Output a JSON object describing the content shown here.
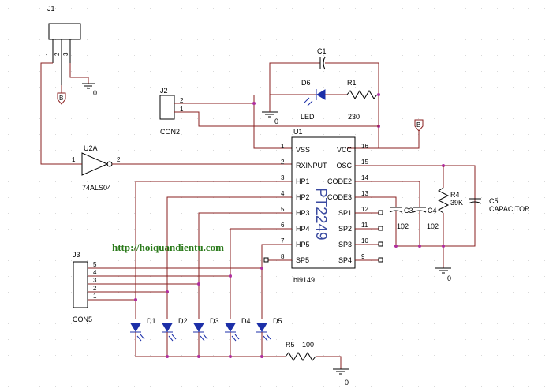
{
  "connector_j1": {
    "ref": "J1",
    "pins": [
      "1",
      "2",
      "3"
    ],
    "ground_label": "0"
  },
  "connector_j2": {
    "ref": "J2",
    "value": "CON2",
    "pins": [
      "2",
      "1"
    ]
  },
  "connector_j3": {
    "ref": "J3",
    "value": "CON5",
    "pins": [
      "5",
      "4",
      "3",
      "2",
      "1"
    ]
  },
  "capacitor_c1": {
    "ref": "C1"
  },
  "diode_d6": {
    "ref": "D6",
    "value": "LED"
  },
  "resistor_r1": {
    "ref": "R1",
    "value": "230"
  },
  "top_ground_label": "0",
  "power_flag_label": "B",
  "inverter": {
    "ref": "U2A",
    "part": "74ALS04",
    "pin_in": "1",
    "pin_out": "2"
  },
  "ic_u1": {
    "ref": "U1",
    "part": "PT2249",
    "package": "bl9149",
    "left_pins": [
      {
        "num": "1",
        "name": "VSS"
      },
      {
        "num": "2",
        "name": "RXINPUT"
      },
      {
        "num": "3",
        "name": "HP1"
      },
      {
        "num": "4",
        "name": "HP2"
      },
      {
        "num": "5",
        "name": "HP3"
      },
      {
        "num": "6",
        "name": "HP4"
      },
      {
        "num": "7",
        "name": "HP5"
      },
      {
        "num": "8",
        "name": "SP5"
      }
    ],
    "right_pins": [
      {
        "num": "16",
        "name": "VCC"
      },
      {
        "num": "15",
        "name": "OSC"
      },
      {
        "num": "14",
        "name": "CODE2"
      },
      {
        "num": "13",
        "name": "CODE3"
      },
      {
        "num": "12",
        "name": "SP1"
      },
      {
        "num": "11",
        "name": "SP2"
      },
      {
        "num": "10",
        "name": "SP3"
      },
      {
        "num": "9",
        "name": "SP4"
      }
    ]
  },
  "capacitor_c3": {
    "ref": "C3",
    "value": "102"
  },
  "capacitor_c4": {
    "ref": "C4",
    "value": "102"
  },
  "resistor_r4": {
    "ref": "R4",
    "value": "39K"
  },
  "capacitor_c5": {
    "ref": "C5",
    "value": "CAPACITOR"
  },
  "right_ground_label": "0",
  "leds": [
    {
      "ref": "D1"
    },
    {
      "ref": "D2"
    },
    {
      "ref": "D3"
    },
    {
      "ref": "D4"
    },
    {
      "ref": "D5"
    }
  ],
  "resistor_r5": {
    "ref": "R5",
    "value": "100"
  },
  "bottom_ground_label": "0",
  "watermark": "http://hoiquandientu.com"
}
